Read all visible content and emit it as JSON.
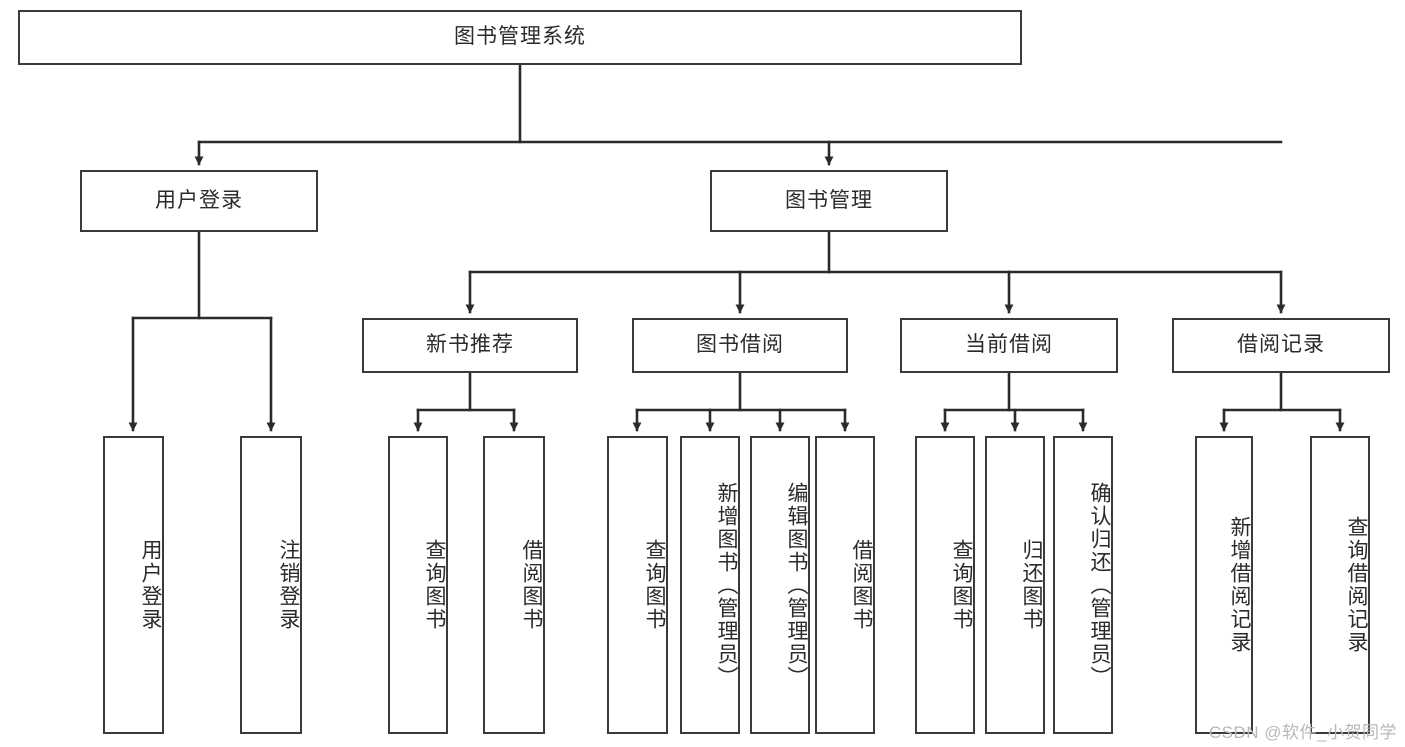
{
  "diagram": {
    "title": "图书管理系统",
    "type": "tree-hierarchy",
    "orientation": "top-down",
    "colors": {
      "box_border": "#3a3a3a",
      "box_fill": "#ffffff",
      "connector": "#2b2b2b",
      "text": "#2b2b2b",
      "watermark": "#b8b8b8",
      "background": "#ffffff"
    },
    "root": {
      "label": "图书管理系统"
    },
    "level2": [
      {
        "label": "用户登录"
      },
      {
        "label": "图书管理"
      }
    ],
    "level3": [
      {
        "label": "新书推荐"
      },
      {
        "label": "图书借阅"
      },
      {
        "label": "当前借阅"
      },
      {
        "label": "借阅记录"
      }
    ],
    "leaves_user_login": [
      {
        "label": "用户登录"
      },
      {
        "label": "注销登录"
      }
    ],
    "leaves_new_book": [
      {
        "label": "查询图书"
      },
      {
        "label": "借阅图书"
      }
    ],
    "leaves_borrow": [
      {
        "label": "查询图书"
      },
      {
        "label": "新增图书（管理员）"
      },
      {
        "label": "编辑图书（管理员）"
      },
      {
        "label": "借阅图书"
      }
    ],
    "leaves_current": [
      {
        "label": "查询图书"
      },
      {
        "label": "归还图书"
      },
      {
        "label": "确认归还（管理员）"
      }
    ],
    "leaves_records": [
      {
        "label": "新增借阅记录"
      },
      {
        "label": "查询借阅记录"
      }
    ]
  },
  "watermark": {
    "text": "CSDN @软件_小贺同学"
  }
}
